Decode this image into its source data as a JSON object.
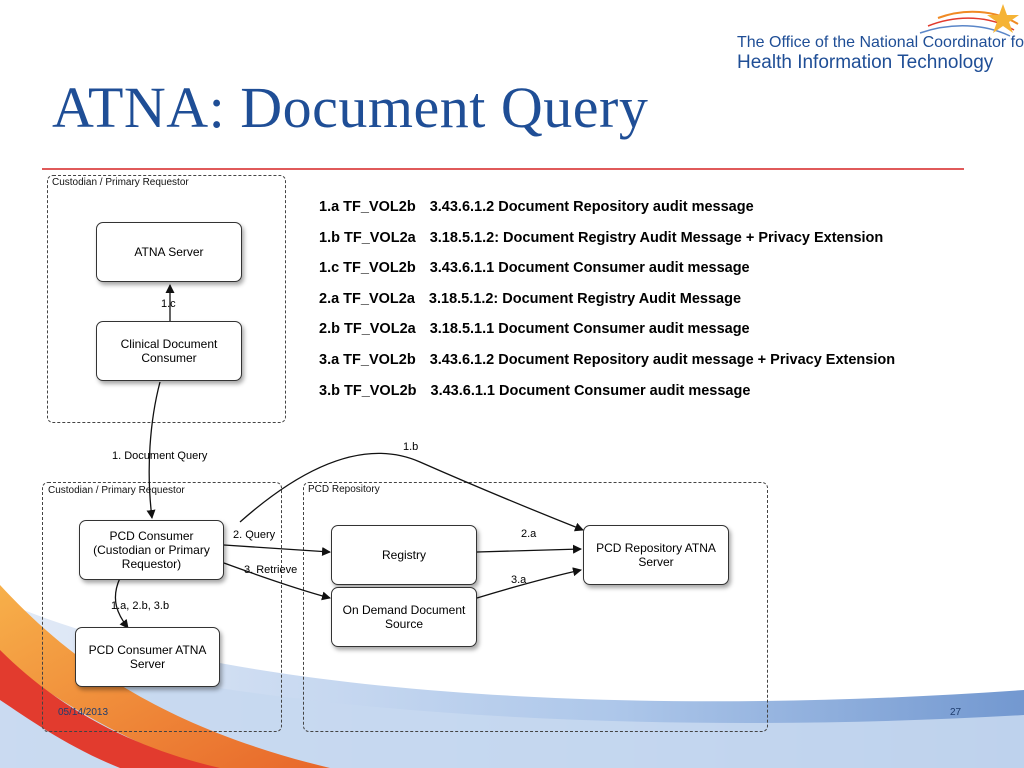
{
  "title": "ATNA: Document Query",
  "logo": {
    "line1": "The Office of the National Coordinator for",
    "line2": "Health Information Technology"
  },
  "references": [
    {
      "id": "1.a TF_VOL2b",
      "desc": "3.43.6.1.2 Document Repository audit message"
    },
    {
      "id": "1.b TF_VOL2a",
      "desc": "3.18.5.1.2: Document Registry Audit Message + Privacy Extension"
    },
    {
      "id": "1.c TF_VOL2b",
      "desc": "3.43.6.1.1 Document Consumer audit message"
    },
    {
      "id": "2.a TF_VOL2a",
      "desc": "3.18.5.1.2: Document Registry Audit Message"
    },
    {
      "id": "2.b TF_VOL2a",
      "desc": "3.18.5.1.1 Document Consumer audit message"
    },
    {
      "id": "3.a TF_VOL2b",
      "desc": "3.43.6.1.2 Document Repository audit message + Privacy Extension"
    },
    {
      "id": "3.b TF_VOL2b",
      "desc": "3.43.6.1.1 Document Consumer audit message"
    }
  ],
  "diagram": {
    "groups": {
      "top_custodian": "Custodian / Primary Requestor",
      "bottom_custodian": "Custodian / Primary Requestor",
      "pcd_repository": "PCD Repository"
    },
    "nodes": {
      "atna_server": "ATNA Server",
      "clinical_consumer": "Clinical Document\nConsumer",
      "pcd_consumer": "PCD Consumer\n(Custodian or Primary\nRequestor)",
      "pcd_consumer_atna": "PCD Consumer ATNA\nServer",
      "registry": "Registry",
      "on_demand_source": "On Demand Document\nSource",
      "pcd_repo_atna": "PCD Repository ATNA\nServer"
    },
    "edges": {
      "c1c": "1.c",
      "document_query": "1.  Document Query",
      "c1b": "1.b",
      "query": "2. Query",
      "retrieve": "3. Retrieve",
      "c2a": "2.a",
      "c3a": "3.a",
      "c1a2b3b": "1.a, 2.b, 3.b"
    }
  },
  "footer": {
    "date": "05/14/2013",
    "page": "27"
  },
  "colors": {
    "title": "#1f4e96",
    "rule": "#e05a5a",
    "swoosh_orange": "#f08a24",
    "swoosh_red": "#e23b2e",
    "swoosh_blue": "#7fa6d9"
  }
}
